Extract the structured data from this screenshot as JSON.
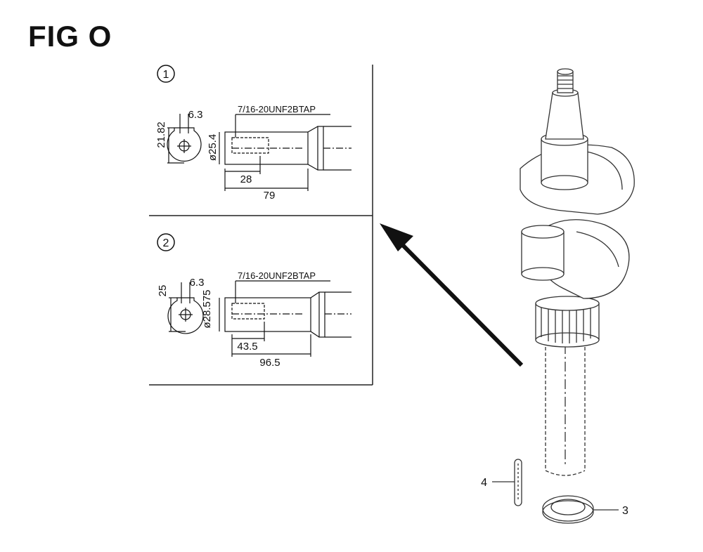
{
  "figure": {
    "title": "FIG O"
  },
  "detail_1": {
    "index": "1",
    "thread_note": "7/16-20UNF2BTAP",
    "dim_height": "21.82",
    "dim_key_width": "6.3",
    "dim_diameter": "ø25.4",
    "dim_tap_depth": "28",
    "dim_length": "79"
  },
  "detail_2": {
    "index": "2",
    "thread_note": "7/16-20UNF2BTAP",
    "dim_height": "25",
    "dim_key_width": "6.3",
    "dim_diameter": "ø28.575",
    "dim_tap_depth": "43.5",
    "dim_length": "96.5"
  },
  "callouts": {
    "key": "4",
    "seal": "3"
  }
}
